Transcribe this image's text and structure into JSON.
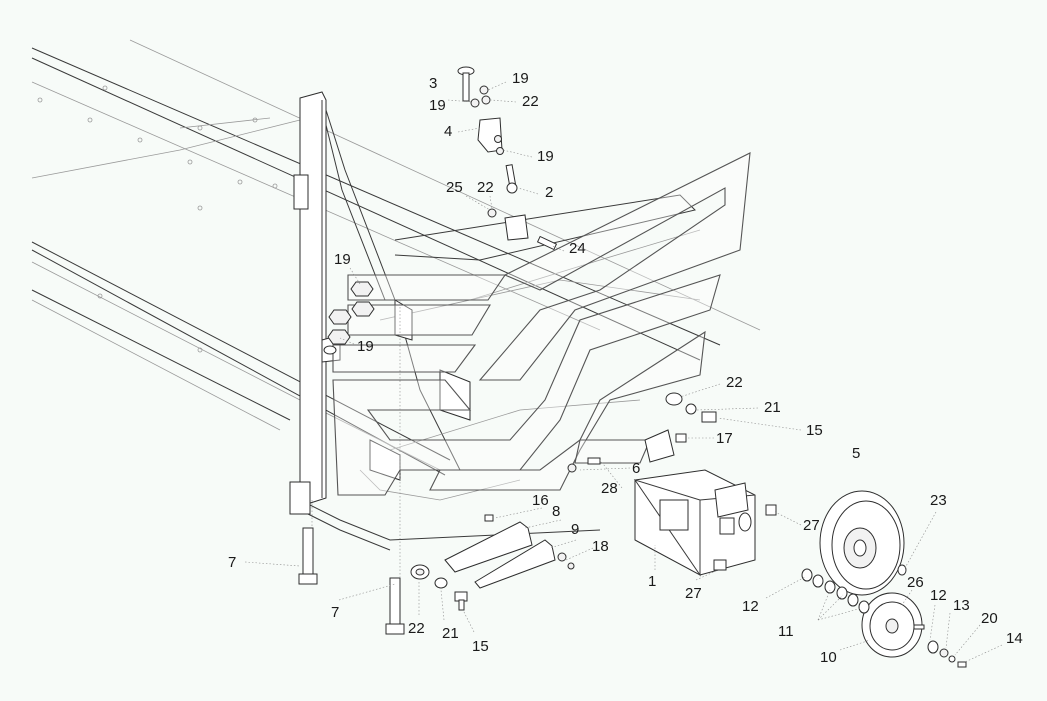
{
  "callouts": [
    {
      "id": "c3a",
      "text": "3"
    },
    {
      "id": "c19a",
      "text": "19"
    },
    {
      "id": "c19b",
      "text": "19"
    },
    {
      "id": "c22a",
      "text": "22"
    },
    {
      "id": "c4",
      "text": "4"
    },
    {
      "id": "c19c",
      "text": "19"
    },
    {
      "id": "c25",
      "text": "25"
    },
    {
      "id": "c22b",
      "text": "22"
    },
    {
      "id": "c2",
      "text": "2"
    },
    {
      "id": "c24",
      "text": "24"
    },
    {
      "id": "c19d",
      "text": "19"
    },
    {
      "id": "c19e",
      "text": "19"
    },
    {
      "id": "c22c",
      "text": "22"
    },
    {
      "id": "c21a",
      "text": "21"
    },
    {
      "id": "c17",
      "text": "17"
    },
    {
      "id": "c15a",
      "text": "15"
    },
    {
      "id": "c5",
      "text": "5"
    },
    {
      "id": "c6",
      "text": "6"
    },
    {
      "id": "c28",
      "text": "28"
    },
    {
      "id": "c16",
      "text": "16"
    },
    {
      "id": "c8",
      "text": "8"
    },
    {
      "id": "c9",
      "text": "9"
    },
    {
      "id": "c18",
      "text": "18"
    },
    {
      "id": "c27a",
      "text": "27"
    },
    {
      "id": "c23",
      "text": "23"
    },
    {
      "id": "c7a",
      "text": "7"
    },
    {
      "id": "c7b",
      "text": "7"
    },
    {
      "id": "c1",
      "text": "1"
    },
    {
      "id": "c27b",
      "text": "27"
    },
    {
      "id": "c26",
      "text": "26"
    },
    {
      "id": "c12a",
      "text": "12"
    },
    {
      "id": "c12b",
      "text": "12"
    },
    {
      "id": "c13",
      "text": "13"
    },
    {
      "id": "c20",
      "text": "20"
    },
    {
      "id": "c11",
      "text": "11"
    },
    {
      "id": "c22d",
      "text": "22"
    },
    {
      "id": "c21b",
      "text": "21"
    },
    {
      "id": "c15b",
      "text": "15"
    },
    {
      "id": "c14",
      "text": "14"
    },
    {
      "id": "c10",
      "text": "10"
    }
  ]
}
